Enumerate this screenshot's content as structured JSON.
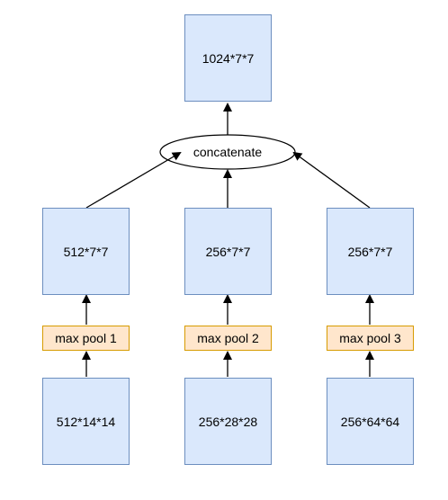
{
  "diagram": {
    "output": {
      "label": "1024*7*7"
    },
    "merge": {
      "label": "concatenate"
    },
    "branches": [
      {
        "pooled": "512*7*7",
        "pool": "max pool 1",
        "input": "512*14*14"
      },
      {
        "pooled": "256*7*7",
        "pool": "max pool 2",
        "input": "256*28*28"
      },
      {
        "pooled": "256*7*7",
        "pool": "max pool 3",
        "input": "256*64*64"
      }
    ]
  },
  "colors": {
    "node_fill": "#dae8fc",
    "node_stroke": "#6c8ebf",
    "pool_fill": "#ffe6cc",
    "pool_stroke": "#d79b00",
    "edge": "#000000"
  }
}
